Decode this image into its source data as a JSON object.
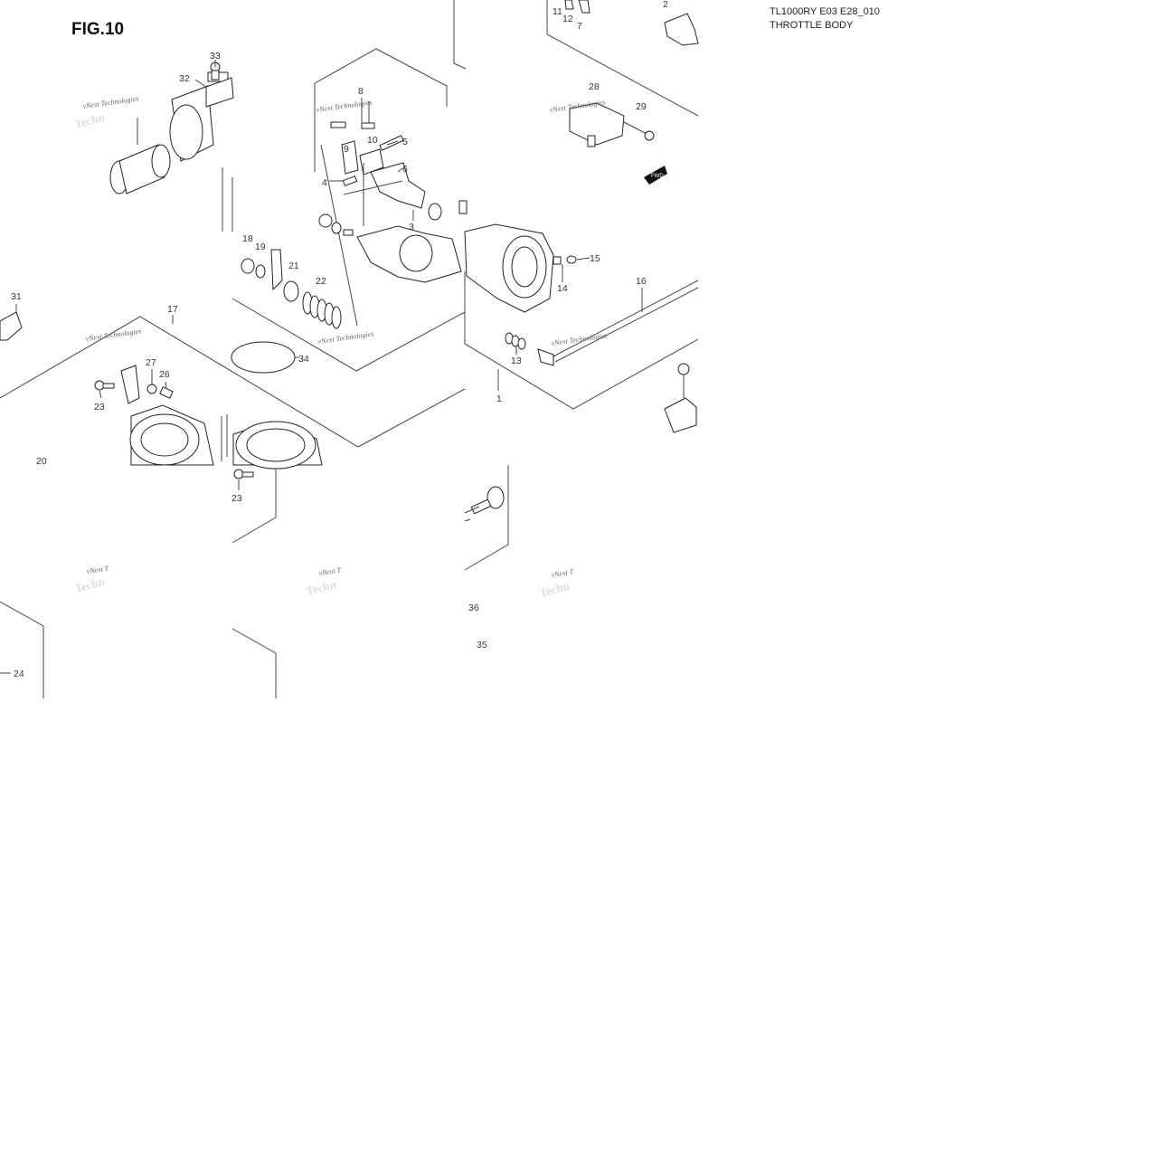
{
  "figure": {
    "label": "FIG.10"
  },
  "header": {
    "model_code": "TL1000RY E03 E28_010",
    "section_title": "THROTTLE BODY"
  },
  "watermark": {
    "text": "vNext Technologies",
    "text_short": "vNext T",
    "ghost_text": "Techn"
  },
  "fwd_label": "FWD",
  "callouts": {
    "c1": "1",
    "c2": "2",
    "c3": "3",
    "c4": "4",
    "c5": "5",
    "c6": "6",
    "c7": "7",
    "c8": "8",
    "c9": "9",
    "c10": "10",
    "c11": "11",
    "c12": "12",
    "c13": "13",
    "c14": "14",
    "c15": "15",
    "c16": "16",
    "c17": "17",
    "c18": "18",
    "c19": "19",
    "c20": "20",
    "c21": "21",
    "c22": "22",
    "c23a": "23",
    "c23b": "23",
    "c24": "24",
    "c26": "26",
    "c27": "27",
    "c28": "28",
    "c29": "29",
    "c31": "31",
    "c32": "32",
    "c33": "33",
    "c34": "34",
    "c35": "35",
    "c36": "36"
  }
}
